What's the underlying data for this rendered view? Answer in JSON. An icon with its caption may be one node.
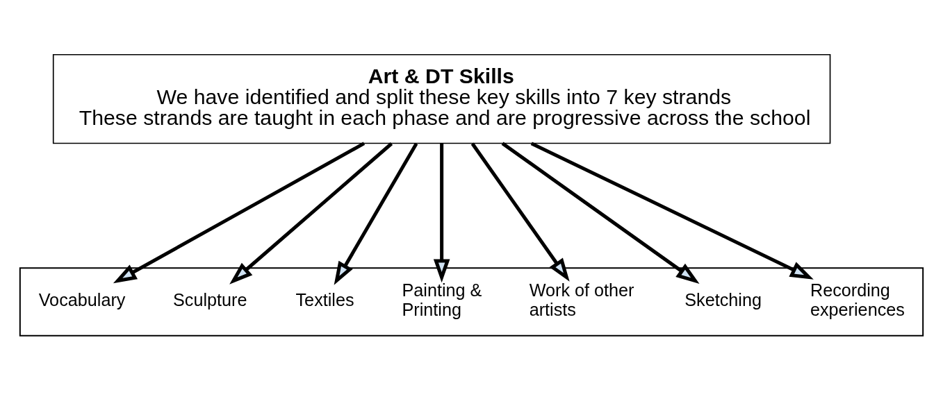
{
  "diagram": {
    "nodes": [
      {
        "text": [
          "Art & DT Skills",
          "We have identified and split these key skills into 7 key strands",
          "These strands are taught in each phase and are progressive across the school"
        ]
      },
      {
        "text": [],
        "shape": "box"
      },
      {
        "text": [
          "Recording experiences"
        ],
        "in": 1
      },
      {
        "text": [
          "Sketching"
        ],
        "in": 1
      },
      {
        "text": [
          "Work of other artists"
        ],
        "in": 1
      },
      {
        "text": [
          "Painting & Printing"
        ],
        "in": 1
      },
      {
        "text": [
          "Textiles"
        ],
        "in": 1
      },
      {
        "text": [
          "Sculpture"
        ],
        "in": 1
      },
      {
        "text": [
          "Vocabulary"
        ],
        "in": 1
      }
    ],
    "edges": [
      {
        "from": 0,
        "to": 2,
        "arrow": "to"
      },
      {
        "from": 0,
        "to": 3,
        "arrow": "to"
      },
      {
        "from": 0,
        "to": 4,
        "arrow": "to"
      },
      {
        "from": 0,
        "to": 5,
        "arrow": "to"
      },
      {
        "from": 0,
        "to": 6,
        "arrow": "to"
      },
      {
        "from": 0,
        "to": 7,
        "arrow": "to"
      },
      {
        "from": 0,
        "to": 8,
        "arrow": "to"
      }
    ]
  }
}
